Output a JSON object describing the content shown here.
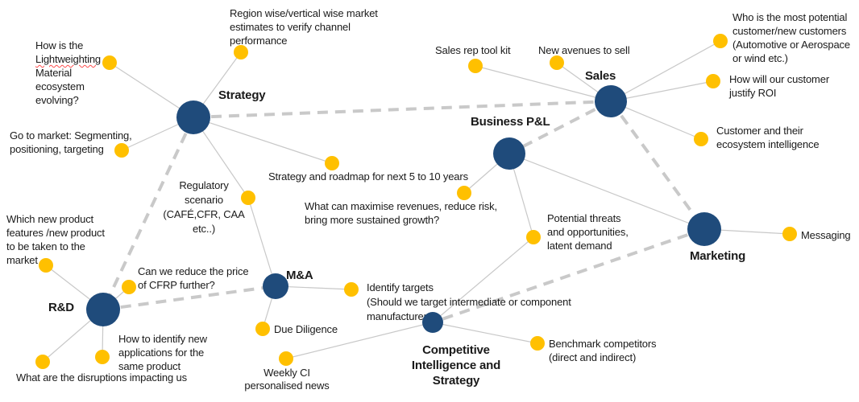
{
  "colors": {
    "node_fill": "#1f4b7b",
    "dot_fill": "#ffc000",
    "thin_line": "#c8c8c8",
    "dashed_line": "#c9c9c9"
  },
  "nodes": {
    "strategy": {
      "label": "Strategy"
    },
    "sales": {
      "label": "Sales"
    },
    "bpl": {
      "label": "Business P&L"
    },
    "marketing": {
      "label": "Marketing"
    },
    "rnd": {
      "label": "R&D"
    },
    "ma": {
      "label": "M&A"
    },
    "ci": {
      "label": "Competitive\nIntelligence and\nStrategy"
    }
  },
  "topics": {
    "lightweighting_line1": "How is the",
    "lightweighting_word": "Lightweighting",
    "lightweighting_rest": "Material\necosystem\nevolving?",
    "region_wise": "Region wise/vertical wise market\nestimates to verify channel\nperformance",
    "go_to_market": "Go to market: Segmenting,\npositioning, targeting",
    "roadmap": "Strategy and roadmap for next 5 to 10 years",
    "regulatory": "Regulatory\nscenario\n(CAFÉ,CFR, CAA\netc..)",
    "sales_rep": "Sales rep tool kit",
    "new_avenues": "New avenues to sell",
    "potential_customer": "Who is the most potential\ncustomer/new customers\n(Automotive or Aerospace\nor wind etc.)",
    "justify_roi": "How will our customer\njustify ROI",
    "customer_ecosystem": "Customer and their\necosystem intelligence",
    "maximise_revenues": "What can maximise revenues, reduce risk,\nbring more sustained growth?",
    "potential_threats": "Potential threats\nand opportunities,\nlatent demand",
    "messaging": "Messaging",
    "new_product": "Which new product\nfeatures /new product\nto be taken to the\nmarket",
    "cfrp_price": "Can we reduce the price\nof CFRP further?",
    "new_applications": "How to identify new\napplications for the\nsame product",
    "disruptions": "What are the disruptions impacting us",
    "identify_targets": "Identify targets\n(Should we target intermediate or component\nmanufacturer",
    "due_diligence": "Due Diligence",
    "benchmark": "Benchmark competitors\n(direct and indirect)",
    "weekly_ci": "Weekly CI\npersonalised news"
  },
  "backbone_links": [
    "Strategy – Sales",
    "Strategy – R&D",
    "R&D – M&A",
    "Sales – Business P&L",
    "Sales – Marketing",
    "Marketing – Competitive Intelligence and Strategy",
    "Business P&L – Marketing"
  ]
}
